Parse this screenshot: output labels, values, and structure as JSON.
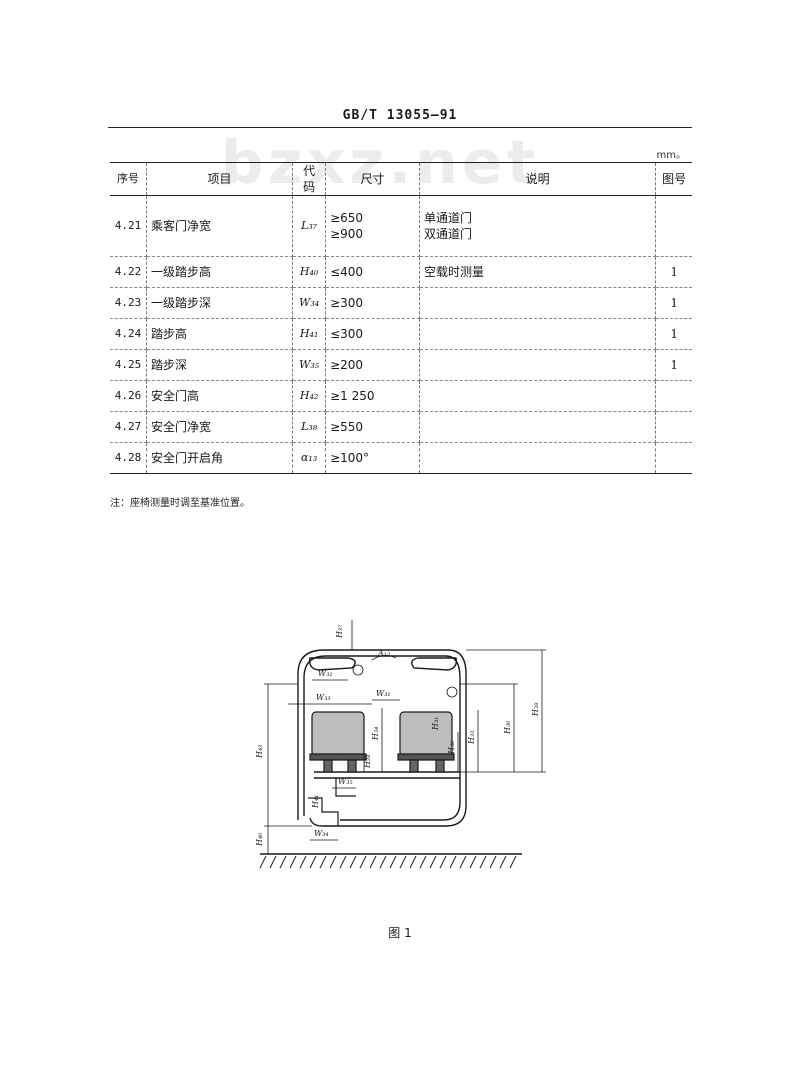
{
  "header": {
    "standard_code": "GB/T 13055—91"
  },
  "watermark": "bzxz.net",
  "unit_label": "mm。",
  "table": {
    "headers": [
      "序号",
      "项目",
      "代码",
      "尺寸",
      "说明",
      "图号"
    ],
    "rows": [
      {
        "seq": "4.21",
        "item": "乘客门净宽",
        "code": "L₃₇",
        "size": [
          "≥650",
          "≥900"
        ],
        "desc": [
          "单通道门",
          "双通道门"
        ],
        "fig": ""
      },
      {
        "seq": "4.22",
        "item": "一级踏步高",
        "code": "H₄₀",
        "size": [
          "≤400"
        ],
        "desc": [
          "空载时测量"
        ],
        "fig": "1"
      },
      {
        "seq": "4.23",
        "item": "一级踏步深",
        "code": "W₃₄",
        "size": [
          "≥300"
        ],
        "desc": [],
        "fig": "1"
      },
      {
        "seq": "4.24",
        "item": "踏步高",
        "code": "H₄₁",
        "size": [
          "≤300"
        ],
        "desc": [],
        "fig": "1"
      },
      {
        "seq": "4.25",
        "item": "踏步深",
        "code": "W₃₅",
        "size": [
          "≥200"
        ],
        "desc": [],
        "fig": "1"
      },
      {
        "seq": "4.26",
        "item": "安全门高",
        "code": "H₄₂",
        "size": [
          "≥1 250"
        ],
        "desc": [],
        "fig": ""
      },
      {
        "seq": "4.27",
        "item": "安全门净宽",
        "code": "L₃₈",
        "size": [
          "≥550"
        ],
        "desc": [],
        "fig": ""
      },
      {
        "seq": "4.28",
        "item": "安全门开启角",
        "code": "α₁₃",
        "size": [
          "≥100°"
        ],
        "desc": [],
        "fig": ""
      }
    ]
  },
  "note": "注：座椅测量时调至基准位置。",
  "figure": {
    "caption": "图 1",
    "labels": {
      "h_top": "H₃₇",
      "a": "A₁₂",
      "w_upper": "W₃₂",
      "w_left": "W₃₃",
      "w_mid": "W₃₁",
      "h_left_tall": "H₄₃",
      "h_step1": "H₄₀",
      "w_step1": "W₃₄",
      "h_step": "H₄₁",
      "w_step": "W₃₅",
      "h_inner1": "H₃₁",
      "h_inner2": "H₃₄",
      "h_right1": "H₃₃",
      "h_right2": "H₃₆",
      "h_right3": "H₃₈",
      "h_seat_a": "H₂₈",
      "h_seat_b": "H₃₀"
    }
  }
}
